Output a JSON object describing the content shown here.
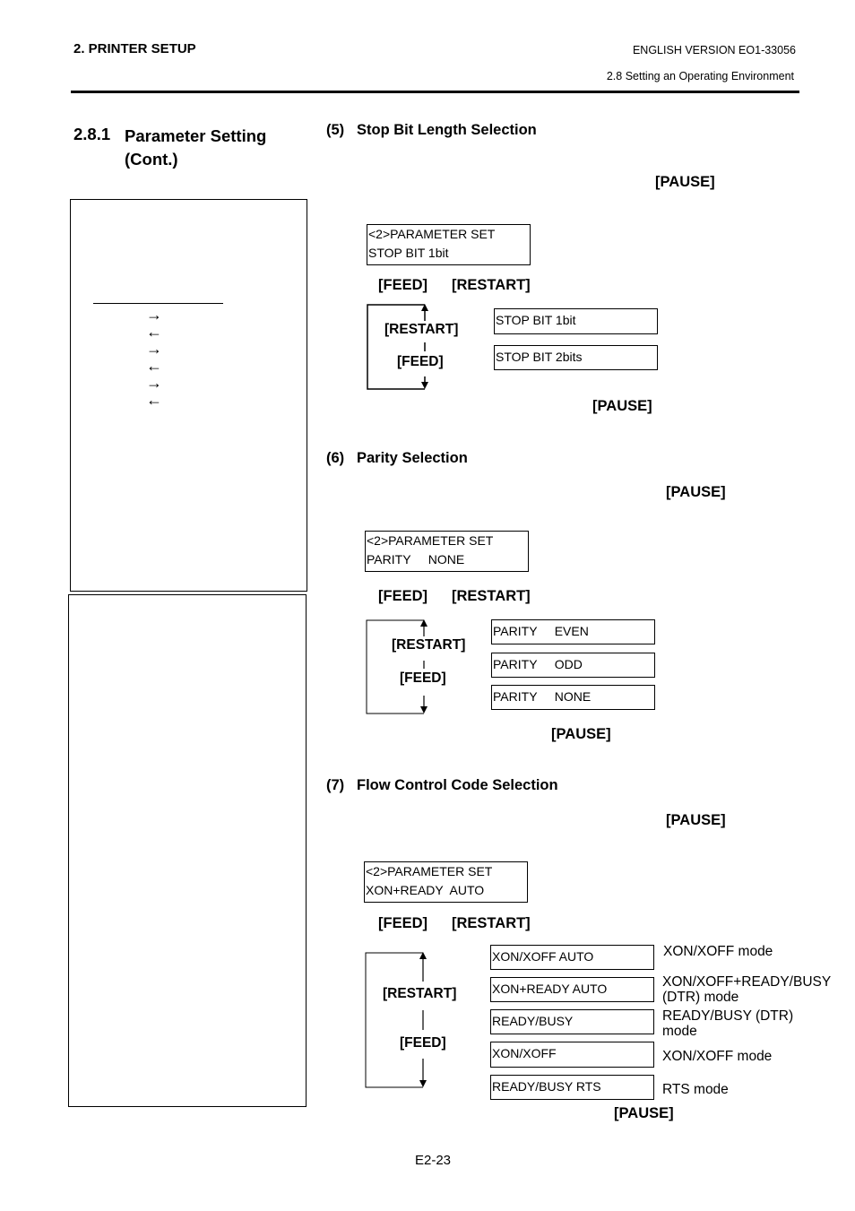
{
  "header": {
    "chapter": "2. PRINTER SETUP",
    "version": "ENGLISH VERSION EO1-33056",
    "section": "2.8 Setting an Operating Environment"
  },
  "section": {
    "number": "2.8.1",
    "title": "Parameter Setting (Cont.)"
  },
  "sidebar": {
    "arrows": [
      "→",
      "←",
      "→",
      "←",
      "→",
      "←"
    ]
  },
  "stop_bit": {
    "heading_num": "(5)",
    "heading": "Stop Bit Length Selection",
    "pause_top": "[PAUSE]",
    "lcd_line1": "<2>PARAMETER SET",
    "lcd_line2": "STOP BIT  1bit",
    "feed": "[FEED]",
    "restart": "[RESTART]",
    "loop_restart": "[RESTART]",
    "loop_feed": "[FEED]",
    "options": [
      "STOP BIT  1bit",
      "STOP BIT  2bits"
    ],
    "pause_bottom": "[PAUSE]"
  },
  "parity": {
    "heading_num": "(6)",
    "heading": "Parity Selection",
    "pause_top": "[PAUSE]",
    "lcd_line1": "<2>PARAMETER SET",
    "lcd_line2": "PARITY     NONE",
    "feed": "[FEED]",
    "restart": "[RESTART]",
    "loop_restart": "[RESTART]",
    "loop_feed": "[FEED]",
    "options": [
      "PARITY     EVEN",
      "PARITY     ODD",
      "PARITY     NONE"
    ],
    "pause_bottom": "[PAUSE]"
  },
  "flow": {
    "heading_num": "(7)",
    "heading": "Flow Control Code Selection",
    "pause_top": "[PAUSE]",
    "lcd_line1": "<2>PARAMETER SET",
    "lcd_line2": "XON+READY  AUTO",
    "feed": "[FEED]",
    "restart": "[RESTART]",
    "loop_restart": "[RESTART]",
    "loop_feed": "[FEED]",
    "options": [
      {
        "label": "XON/XOFF AUTO",
        "desc": "XON/XOFF mode"
      },
      {
        "label": "XON+READY AUTO",
        "desc": "XON/XOFF+READY/BUSY (DTR) mode"
      },
      {
        "label": "READY/BUSY",
        "desc": "READY/BUSY (DTR) mode"
      },
      {
        "label": "XON/XOFF",
        "desc": "XON/XOFF mode"
      },
      {
        "label": "READY/BUSY RTS",
        "desc": "RTS mode"
      }
    ],
    "pause_bottom": "[PAUSE]"
  },
  "footer": {
    "page": "E2-23"
  }
}
